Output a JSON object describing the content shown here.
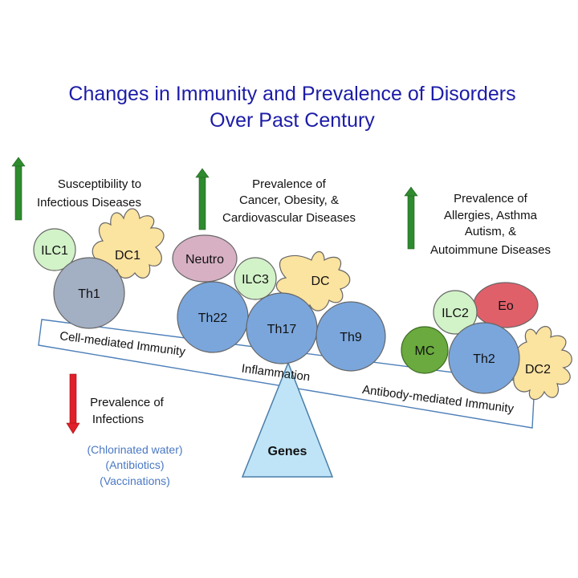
{
  "title": {
    "line1": "Changes in Immunity and Prevalence of Disorders",
    "line2": "Over Past Century"
  },
  "indicators": {
    "infectious": {
      "line1": "Susceptibility to",
      "line2": "Infectious Diseases",
      "direction": "up",
      "color": "#2e8b2e"
    },
    "cancer": {
      "line1": "Prevalence of",
      "line2": "Cancer, Obesity, &",
      "line3": "Cardiovascular Diseases",
      "direction": "up",
      "color": "#2e8b2e"
    },
    "allergies": {
      "line1": "Prevalence of",
      "line2": "Allergies, Asthma",
      "line3": "Autism, &",
      "line4": "Autoimmune Diseases",
      "direction": "up",
      "color": "#2e8b2e"
    },
    "infections": {
      "line1": "Prevalence of",
      "line2": "Infections",
      "direction": "down",
      "color": "#e0202a"
    }
  },
  "causes": [
    "(Chlorinated water)",
    "(Antibiotics)",
    "(Vaccinations)"
  ],
  "beam": {
    "left": "Cell-mediated Immunity",
    "middle": "Inflammation",
    "right": "Antibody-mediated Immunity"
  },
  "fulcrum": {
    "label": "Genes",
    "color": "#bfe4f7"
  },
  "cells": {
    "ilc1": "ILC1",
    "dc1": "DC1",
    "th1": "Th1",
    "neutro": "Neutro",
    "ilc3": "ILC3",
    "dc": "DC",
    "th22": "Th22",
    "th17": "Th17",
    "th9": "Th9",
    "ilc2": "ILC2",
    "eo": "Eo",
    "mc": "MC",
    "th2": "Th2",
    "dc2": "DC2"
  },
  "colors": {
    "title": "#1c1ca8",
    "th_blue": "#7aa6dc",
    "th1_gray": "#a3afc2",
    "ilc_green": "#d2f2c8",
    "dendritic_yellow": "#fbe3a0",
    "neutro_pink": "#d7b0c4",
    "eo_red": "#e0606a",
    "mc_green": "#6aaa3e",
    "caption_blue": "#4a78c4"
  },
  "icons": {
    "up_arrow": "up-arrow-icon",
    "down_arrow": "down-arrow-icon"
  }
}
